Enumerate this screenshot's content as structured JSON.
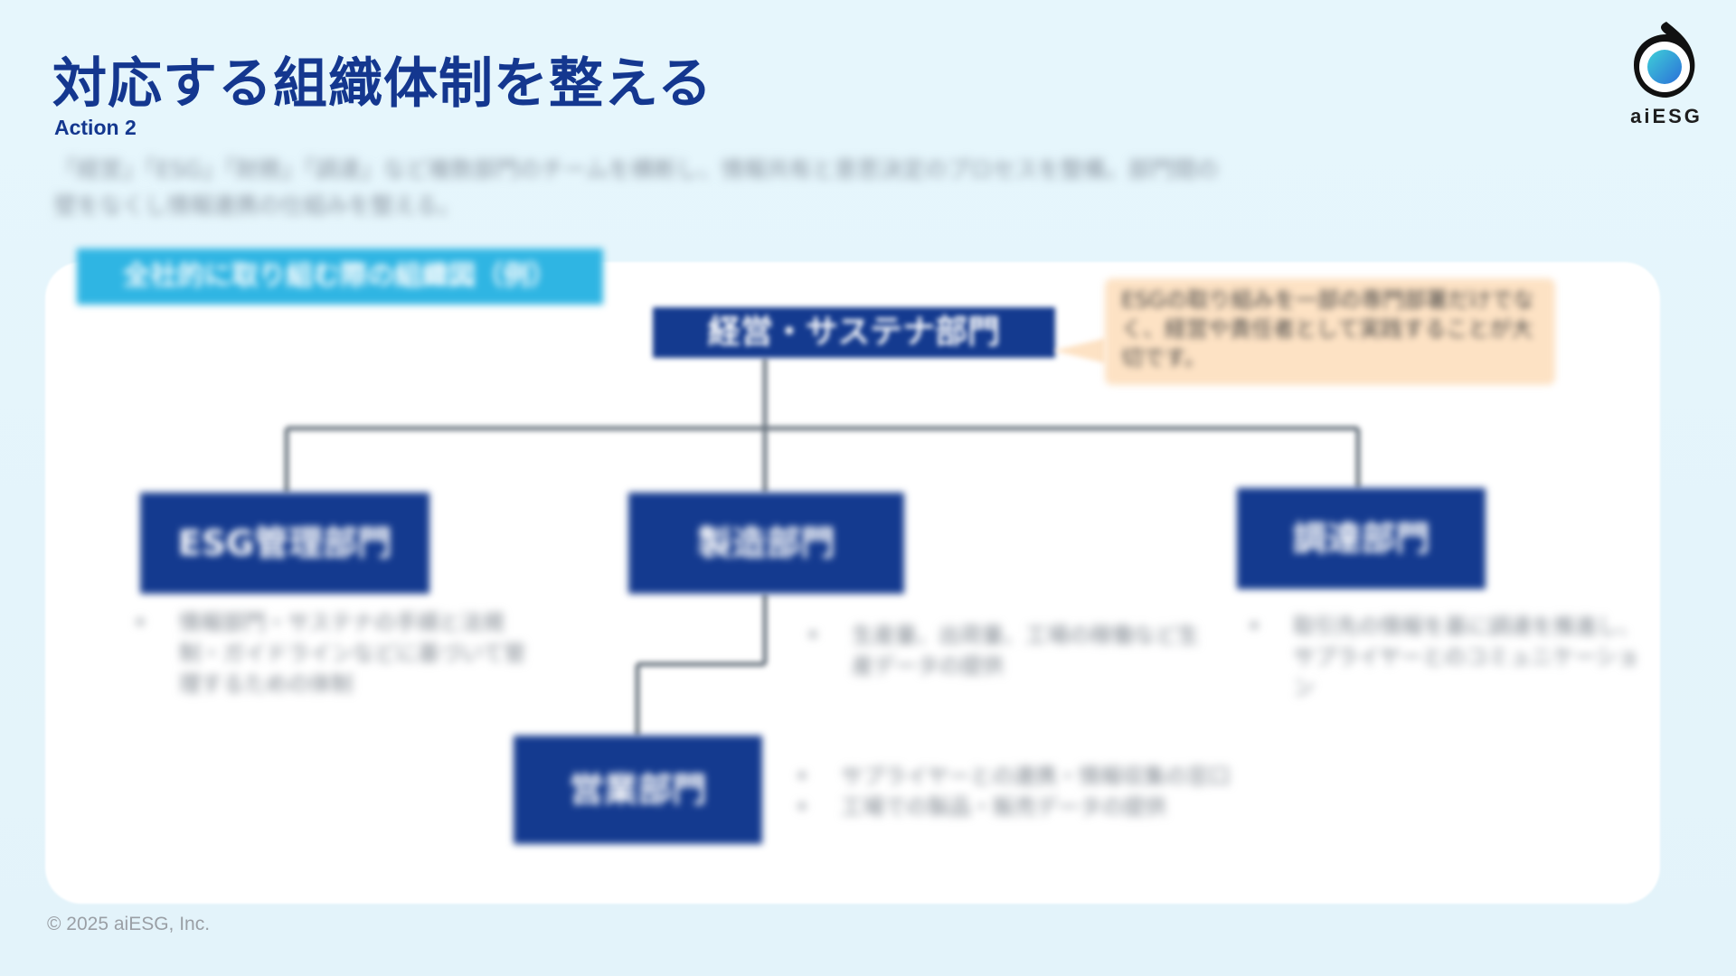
{
  "header": {
    "title": "対応する組織体制を整える",
    "subtitle": "Action 2",
    "description": "「経営」「ESG」「財務」「調達」など複数部門のチームを横断し、情報共有と意思決定のプロセスを整備。部門間の壁をなくし情報連携の仕組みを整える。"
  },
  "brand": {
    "logo_text": "aiESG",
    "logo_icon": "aiesg-logo-icon",
    "colors": {
      "primary": "#143a8f",
      "accent": "#2fb5e3",
      "note": "#fde2c4"
    }
  },
  "diagram": {
    "tag": "全社的に取り組む際の組織図（例）",
    "top_box": "経営・サステナ部門",
    "note": "ESGの取り組みを一部の専門部署だけでなく、経営や責任者として実践することが大切です。",
    "departments": [
      {
        "label": "ESG管理部門",
        "bullets": [
          "情報部門・サステナの手順と法規制・ガイドラインなどに基づいて管理するための体制"
        ]
      },
      {
        "label": "製造部門",
        "bullets": [
          "生産量、出荷量、工場の稼働など生産データの提供"
        ]
      },
      {
        "label": "調達部門",
        "bullets": [
          "取引先の情報を基に調達を推進し、サプライヤーとのコミュニケーション"
        ]
      },
      {
        "label": "営業部門",
        "bullets": [
          "サプライヤーとの連携・情報収集の窓口",
          "工場での製品・販売データの提供"
        ]
      }
    ]
  },
  "footer": {
    "copyright": "© 2025 aiESG, Inc."
  }
}
